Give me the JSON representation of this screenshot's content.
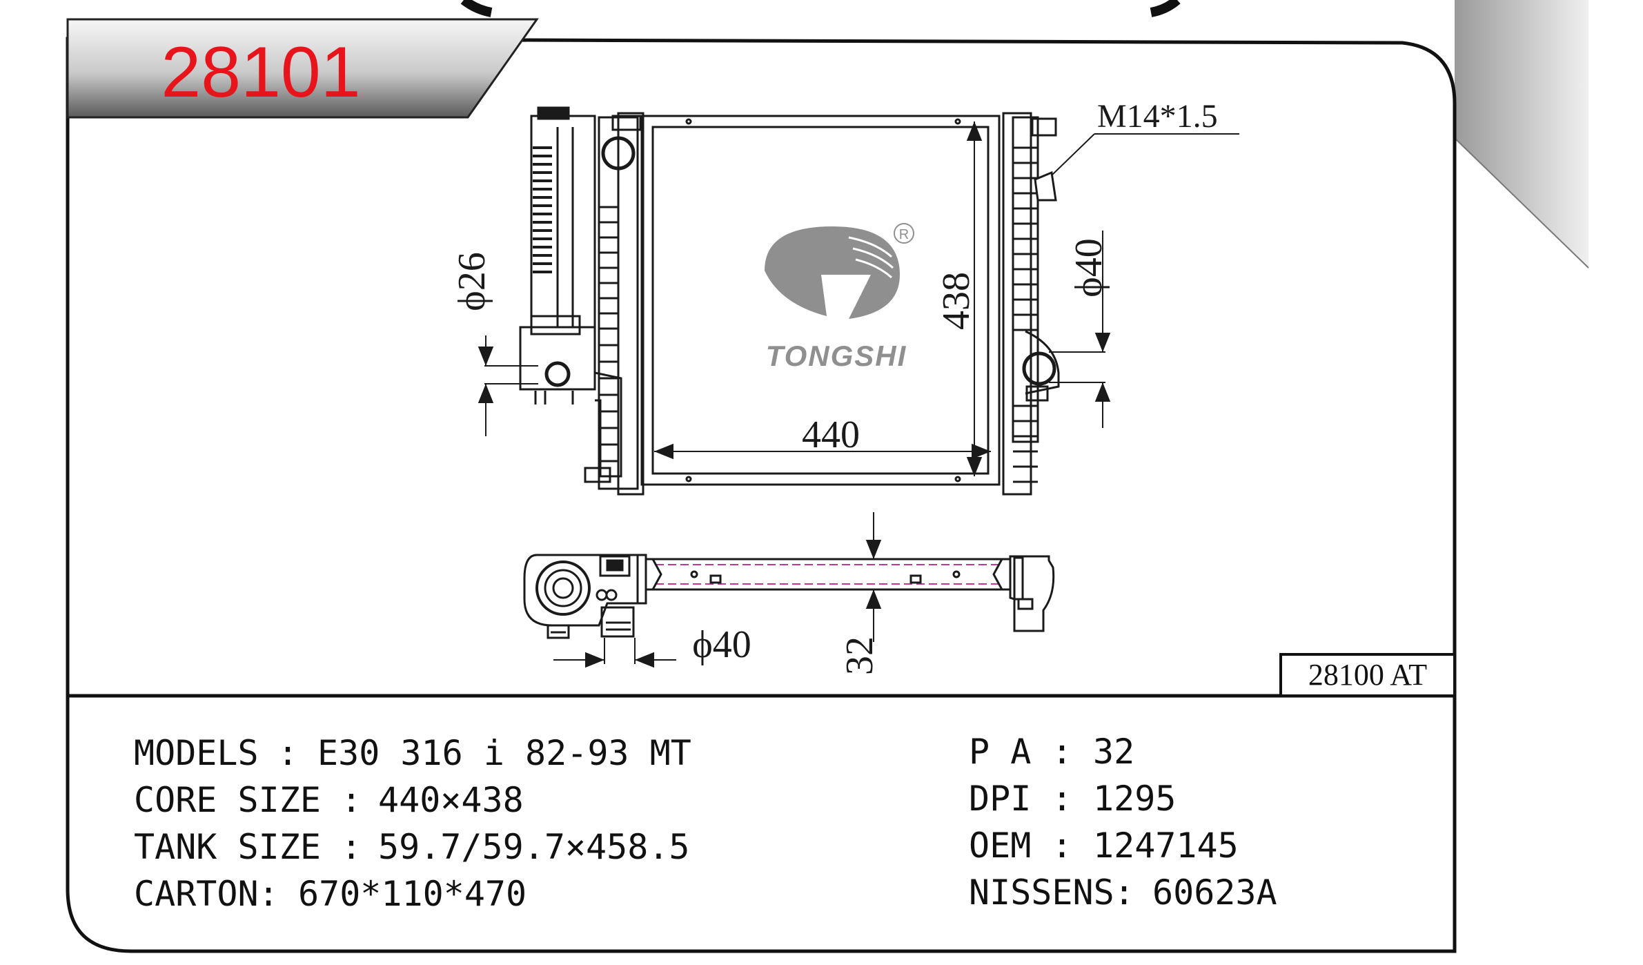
{
  "header": {
    "part_number": "28101",
    "alt_part_number": "28100 AT"
  },
  "brand": {
    "name": "TONGSHI",
    "registered_mark": "R"
  },
  "dimensions": {
    "core_width": "440",
    "core_height": "438",
    "thread": "M14*1.5",
    "left_inlet_diameter": "ϕ26",
    "right_outlet_diameter": "ϕ40",
    "bottom_pipe_diameter": "ϕ40",
    "core_thickness": "32"
  },
  "specs": {
    "left": [
      {
        "label": "MODELS",
        "sep": ":",
        "value": "E30 316 i 82-93 MT"
      },
      {
        "label": "CORE SIZE",
        "sep": ":",
        "value": "440×438"
      },
      {
        "label": "TANK SIZE",
        "sep": ":",
        "value": "59.7/59.7×458.5"
      },
      {
        "label": "CARTON",
        "sep": ":",
        "value": "670*110*470"
      }
    ],
    "right": [
      {
        "label": "P A",
        "sep": ":",
        "value": "32"
      },
      {
        "label": "DPI",
        "sep": ":",
        "value": "1295"
      },
      {
        "label": "OEM",
        "sep": ":",
        "value": "1247145"
      },
      {
        "label": "NISSENS",
        "sep": ":",
        "value": "60623A"
      }
    ]
  },
  "colors": {
    "part_number_red": "#e8141b",
    "line": "#1a1a1a",
    "logo_gray": "#8f8f8f",
    "pipe_magenta": "#c0389a"
  }
}
